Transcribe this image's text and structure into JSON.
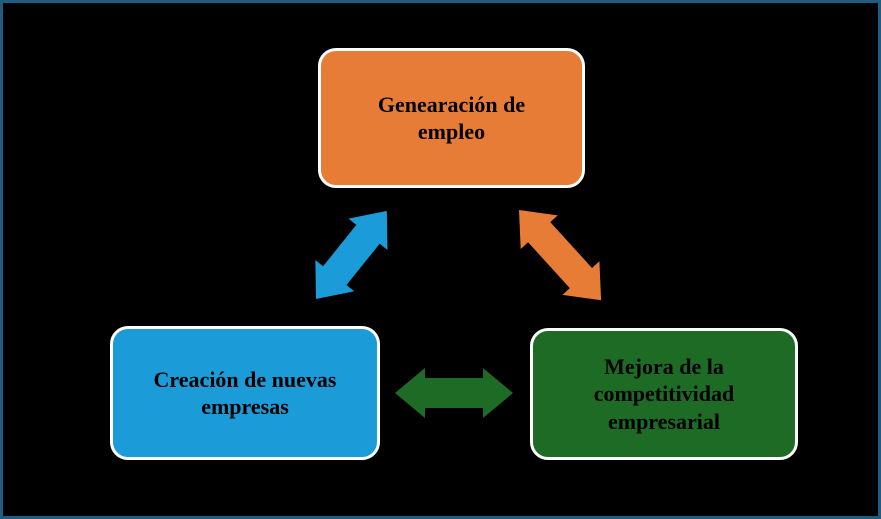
{
  "diagram": {
    "background_color": "#000000",
    "frame_border_color": "#1E5C80",
    "nodes": [
      {
        "id": "generacion-empleo",
        "lines": [
          "Genearación de",
          "empleo"
        ],
        "fill_color": "#E77C36",
        "border_color": "#FFFFFF",
        "text_color": "#000000"
      },
      {
        "id": "creacion-nuevas-empresas",
        "lines": [
          "Creación de nuevas",
          "empresas"
        ],
        "fill_color": "#1B9CD8",
        "border_color": "#FFFFFF",
        "text_color": "#000000"
      },
      {
        "id": "mejora-competitividad-empresarial",
        "lines": [
          "Mejora de la",
          "competitividad",
          "empresarial"
        ],
        "fill_color": "#1E6B26",
        "border_color": "#FFFFFF",
        "text_color": "#000000"
      }
    ],
    "connectors": [
      {
        "id": "empleo-empresas",
        "type": "double-headed-arrow",
        "color": "#1B9CD8",
        "between": [
          "generacion-empleo",
          "creacion-nuevas-empresas"
        ]
      },
      {
        "id": "empleo-competitividad",
        "type": "double-headed-arrow",
        "color": "#E77C36",
        "between": [
          "generacion-empleo",
          "mejora-competitividad-empresarial"
        ]
      },
      {
        "id": "empresas-competitividad",
        "type": "double-headed-arrow",
        "color": "#1E6B26",
        "between": [
          "creacion-nuevas-empresas",
          "mejora-competitividad-empresarial"
        ]
      }
    ]
  }
}
